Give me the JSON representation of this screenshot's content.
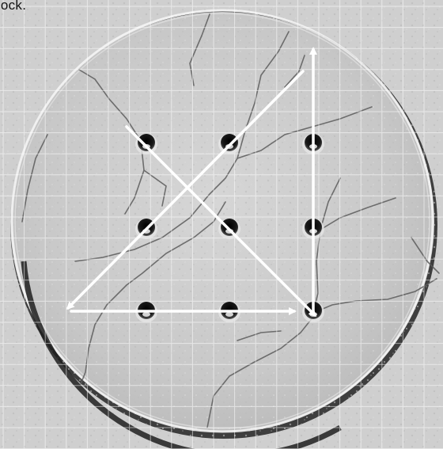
{
  "instruction": {
    "text": "e lock."
  },
  "lock": {
    "dots": [
      {
        "id": "dot-1",
        "row": 1,
        "col": 1
      },
      {
        "id": "dot-2",
        "row": 1,
        "col": 2
      },
      {
        "id": "dot-3",
        "row": 1,
        "col": 3
      },
      {
        "id": "dot-4",
        "row": 2,
        "col": 1
      },
      {
        "id": "dot-5",
        "row": 2,
        "col": 2
      },
      {
        "id": "dot-6",
        "row": 2,
        "col": 3
      },
      {
        "id": "dot-7",
        "row": 3,
        "col": 1
      },
      {
        "id": "dot-8",
        "row": 3,
        "col": 2
      },
      {
        "id": "dot-9",
        "row": 3,
        "col": 3
      }
    ],
    "arrows": [
      "arrow-diagonal-down-right",
      "arrow-bottom-row",
      "arrow-right-column",
      "arrow-diagonal-down-left"
    ]
  },
  "colors": {
    "background": "#cfcfcf",
    "plate": "#c4c4c4",
    "rim_dark": "#2a2a2a",
    "rim_light": "#f2f2f2",
    "grid": "#ffffff",
    "arrow": "#ffffff",
    "crack": "#5a5a5a",
    "hole": "#111111"
  }
}
